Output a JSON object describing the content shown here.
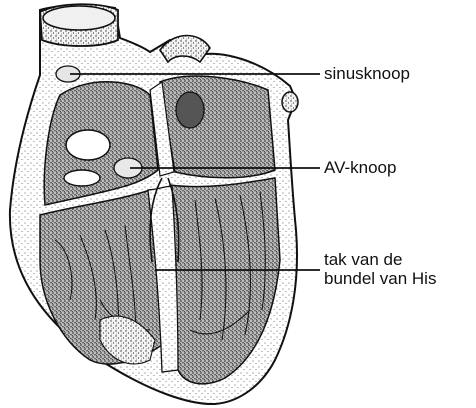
{
  "labels": {
    "sinusknoop": "sinusknoop",
    "av_knoop": "AV-knoop",
    "tak_line1": "tak van de",
    "tak_line2": "bundel van His"
  },
  "colors": {
    "ink": "#111111",
    "background": "#ffffff",
    "chamber_shade": "#8a8a8a",
    "wall_shade": "#d0d0d0"
  },
  "icons": {
    "figure": "heart-cross-section-illustration"
  }
}
